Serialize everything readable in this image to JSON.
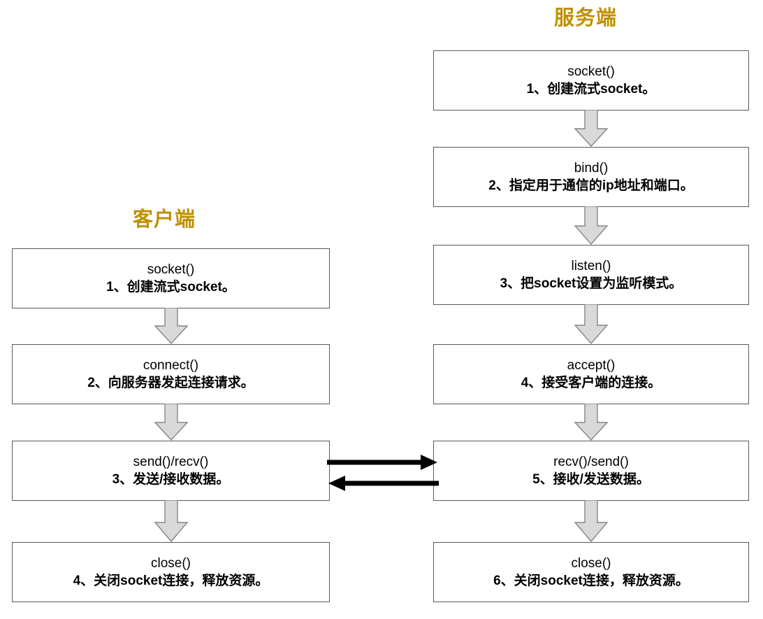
{
  "diagram": {
    "title_client": "客户端",
    "title_server": "服务端",
    "accent_color": "#BF9000",
    "box_border_color": "#595959",
    "arrow_fill_color": "#D9D9D9",
    "arrow_stroke_color": "#858585",
    "link_arrow_color": "#000000"
  },
  "client": {
    "label": "客户端",
    "steps": [
      {
        "fn": "socket()",
        "desc": "1、创建流式socket。"
      },
      {
        "fn": "connect()",
        "desc": "2、向服务器发起连接请求。"
      },
      {
        "fn": "send()/recv()",
        "desc": "3、发送/接收数据。"
      },
      {
        "fn": "close()",
        "desc": "4、关闭socket连接，释放资源。"
      }
    ]
  },
  "server": {
    "label": "服务端",
    "steps": [
      {
        "fn": "socket()",
        "desc": "1、创建流式socket。"
      },
      {
        "fn": "bind()",
        "desc": "2、指定用于通信的ip地址和端口。"
      },
      {
        "fn": "listen()",
        "desc": "3、把socket设置为监听模式。"
      },
      {
        "fn": "accept()",
        "desc": "4、接受客户端的连接。"
      },
      {
        "fn": "recv()/send()",
        "desc": "5、接收/发送数据。"
      },
      {
        "fn": "close()",
        "desc": "6、关闭socket连接，释放资源。"
      }
    ]
  },
  "links": [
    {
      "name": "client-to-server-data",
      "direction": "right"
    },
    {
      "name": "server-to-client-data",
      "direction": "left"
    }
  ]
}
